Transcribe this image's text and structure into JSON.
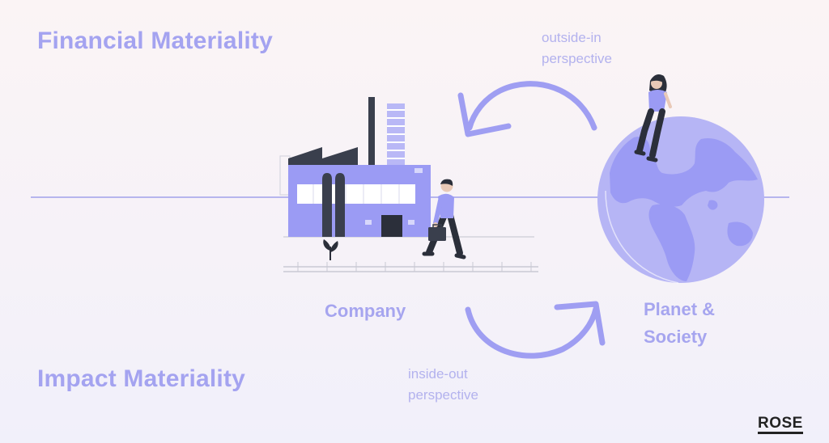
{
  "titles": {
    "financial": "Financial Materiality",
    "impact": "Impact Materiality"
  },
  "nodes": {
    "company": "Company",
    "planet_line1": "Planet &",
    "planet_line2": "Society"
  },
  "arrows": {
    "outside_in_line1": "outside-in",
    "outside_in_line2": "perspective",
    "inside_out_line1": "inside-out",
    "inside_out_line2": "perspective"
  },
  "brand": {
    "logo": "ROSE"
  },
  "colors": {
    "primary_purple": "#9b9bf4",
    "light_purple": "#b9b8f6",
    "dark": "#2b2f3a",
    "axis_line": "#b6b5ee"
  }
}
